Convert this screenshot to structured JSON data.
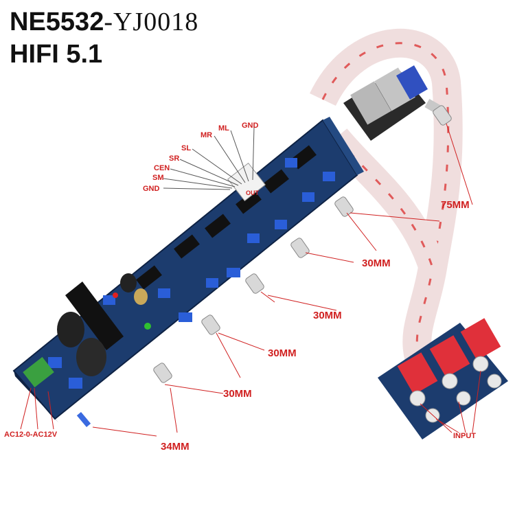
{
  "title": {
    "model": "NE5532",
    "code": "-YJ0018",
    "line2": "HIFI 5.1"
  },
  "output_pins": [
    "GND",
    "ML",
    "MR",
    "SL",
    "SR",
    "CEN",
    "SM",
    "GND"
  ],
  "board_out_label": "OUT",
  "dimensions": [
    "75MM",
    "30MM",
    "30MM",
    "30MM",
    "30MM",
    "34MM"
  ],
  "power_label": "AC12-0-AC12V",
  "input_label": "INPUT",
  "colors": {
    "label_red": "#d02020",
    "pcb_blue": "#1a3a6a",
    "cable": "#f4e6e6"
  }
}
